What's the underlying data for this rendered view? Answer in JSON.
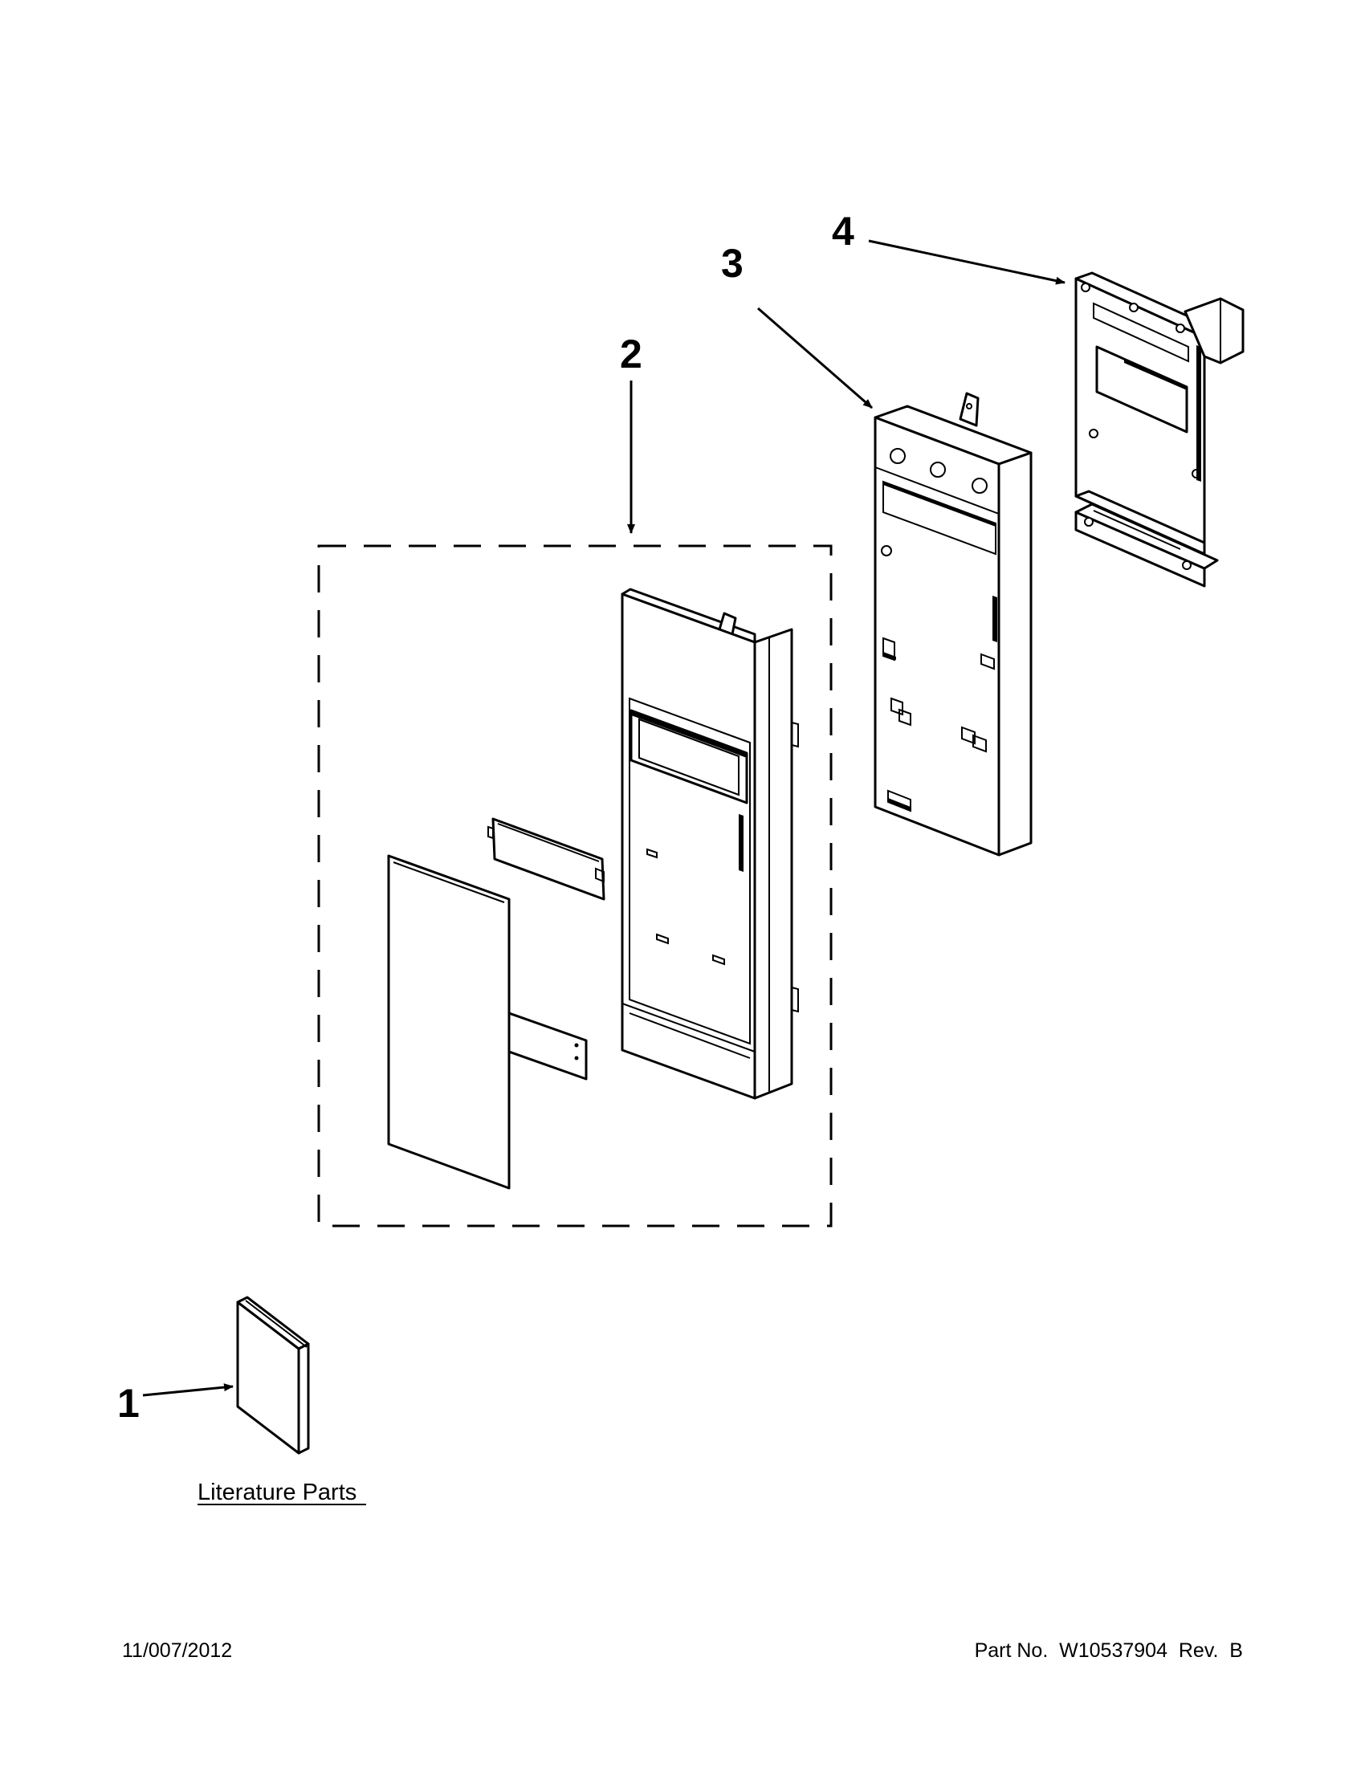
{
  "diagram": {
    "callouts": {
      "item1": "1",
      "item2": "2",
      "item3": "3",
      "item4": "4"
    },
    "literature_label": "Literature Parts",
    "footer": {
      "date": "11/007/2012",
      "part_number": "Part No.  W10537904  Rev.  B"
    }
  }
}
